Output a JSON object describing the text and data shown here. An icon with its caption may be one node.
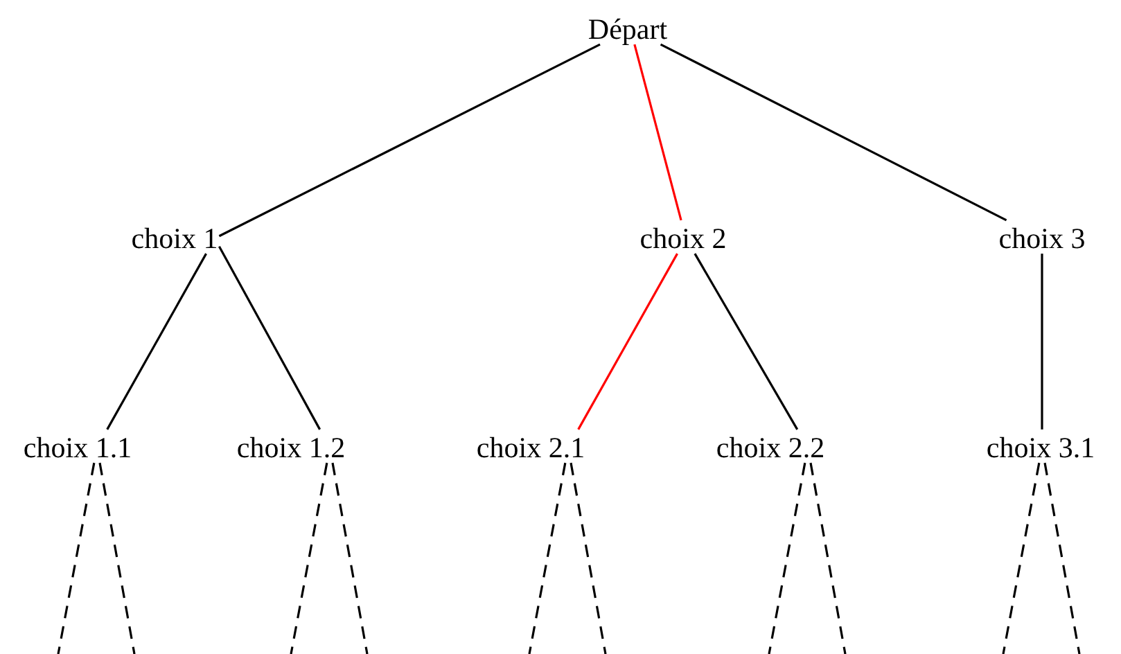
{
  "diagram": {
    "nodes": [
      {
        "text": [
          "Départ"
        ]
      },
      {
        "text": [
          "choix 1"
        ]
      },
      {
        "text": [
          "choix 2"
        ]
      },
      {
        "text": [
          "choix 3"
        ]
      },
      {
        "text": [
          "choix 1.1"
        ]
      },
      {
        "text": [
          "choix 1.2"
        ]
      },
      {
        "text": [
          "choix 2.1"
        ]
      },
      {
        "text": [
          "choix 2.2"
        ]
      },
      {
        "text": [
          "choix 3.1"
        ]
      }
    ],
    "edges": [
      {
        "from": 0,
        "to": 1,
        "arrow": "none"
      },
      {
        "from": 0,
        "to": 2,
        "arrow": "none",
        "color": "#ff0000"
      },
      {
        "from": 0,
        "to": 3,
        "arrow": "none"
      },
      {
        "from": 1,
        "to": 4,
        "arrow": "none"
      },
      {
        "from": 1,
        "to": 5,
        "arrow": "none"
      },
      {
        "from": 2,
        "to": 6,
        "arrow": "none",
        "color": "#ff0000"
      },
      {
        "from": 2,
        "to": 7,
        "arrow": "none"
      },
      {
        "from": 3,
        "to": 8,
        "arrow": "none"
      },
      {
        "from": 4,
        "to": null,
        "arrow": "none",
        "style": "dashed"
      },
      {
        "from": 4,
        "to": null,
        "arrow": "none",
        "style": "dashed"
      },
      {
        "from": 5,
        "to": null,
        "arrow": "none",
        "style": "dashed"
      },
      {
        "from": 5,
        "to": null,
        "arrow": "none",
        "style": "dashed"
      },
      {
        "from": 6,
        "to": null,
        "arrow": "none",
        "style": "dashed"
      },
      {
        "from": 6,
        "to": null,
        "arrow": "none",
        "style": "dashed"
      },
      {
        "from": 7,
        "to": null,
        "arrow": "none",
        "style": "dashed"
      },
      {
        "from": 7,
        "to": null,
        "arrow": "none",
        "style": "dashed"
      },
      {
        "from": 8,
        "to": null,
        "arrow": "none",
        "style": "dashed"
      },
      {
        "from": 8,
        "to": null,
        "arrow": "none",
        "style": "dashed"
      }
    ]
  }
}
